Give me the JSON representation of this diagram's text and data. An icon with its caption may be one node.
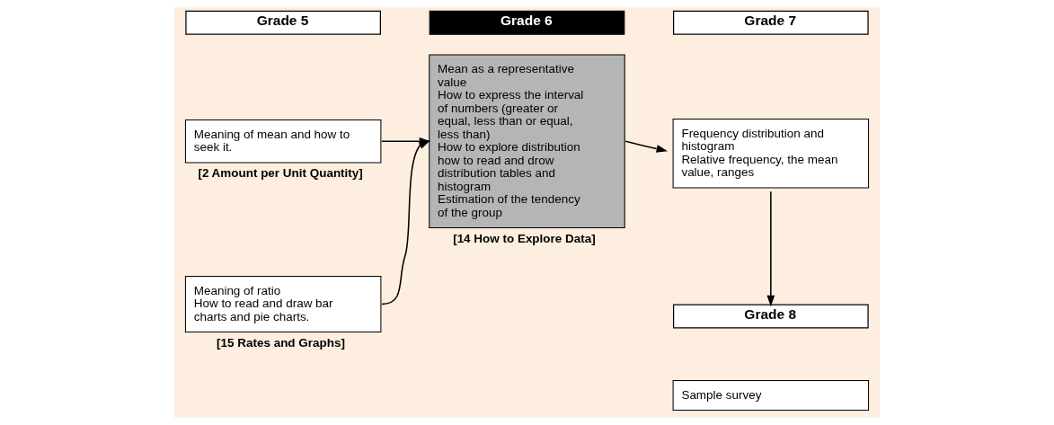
{
  "diagram": {
    "nodes": [
      {
        "text": [
          "Grade 5"
        ]
      },
      {
        "text": [
          "Meaning of mean and how to seek it."
        ],
        "beside": [
          "[2 Amount per Unit Quantity]"
        ]
      },
      {
        "text": [
          "Meaning of ratio",
          "How to read and draw bar charts and pie charts."
        ],
        "beside": [
          "[15 Rates and Graphs]"
        ]
      },
      {
        "text": [
          "Grade 6"
        ]
      },
      {
        "text": [
          "Mean as a representative value",
          "How to express the interval of numbers (greater or equal, less than or equal, less than)",
          "How to explore distribution how to read and drow distribution tables and histogram",
          "Estimation of the tendency of the group"
        ],
        "beside": [
          "[14 How to Explore Data]"
        ]
      },
      {
        "text": [
          "Grade 7"
        ]
      },
      {
        "text": [
          "Frequency distribution and histogram",
          "Relative frequency, the mean value, ranges"
        ]
      },
      {
        "text": [
          "Grade 8"
        ]
      },
      {
        "text": [
          "Sample survey"
        ]
      }
    ],
    "edges": [
      {
        "from": 1,
        "to": 4,
        "arrow": "to"
      },
      {
        "from": 2,
        "to": 4,
        "arrow": "to"
      },
      {
        "from": 4,
        "to": 6,
        "arrow": "to"
      },
      {
        "from": 6,
        "to": 7,
        "arrow": "to"
      }
    ]
  }
}
